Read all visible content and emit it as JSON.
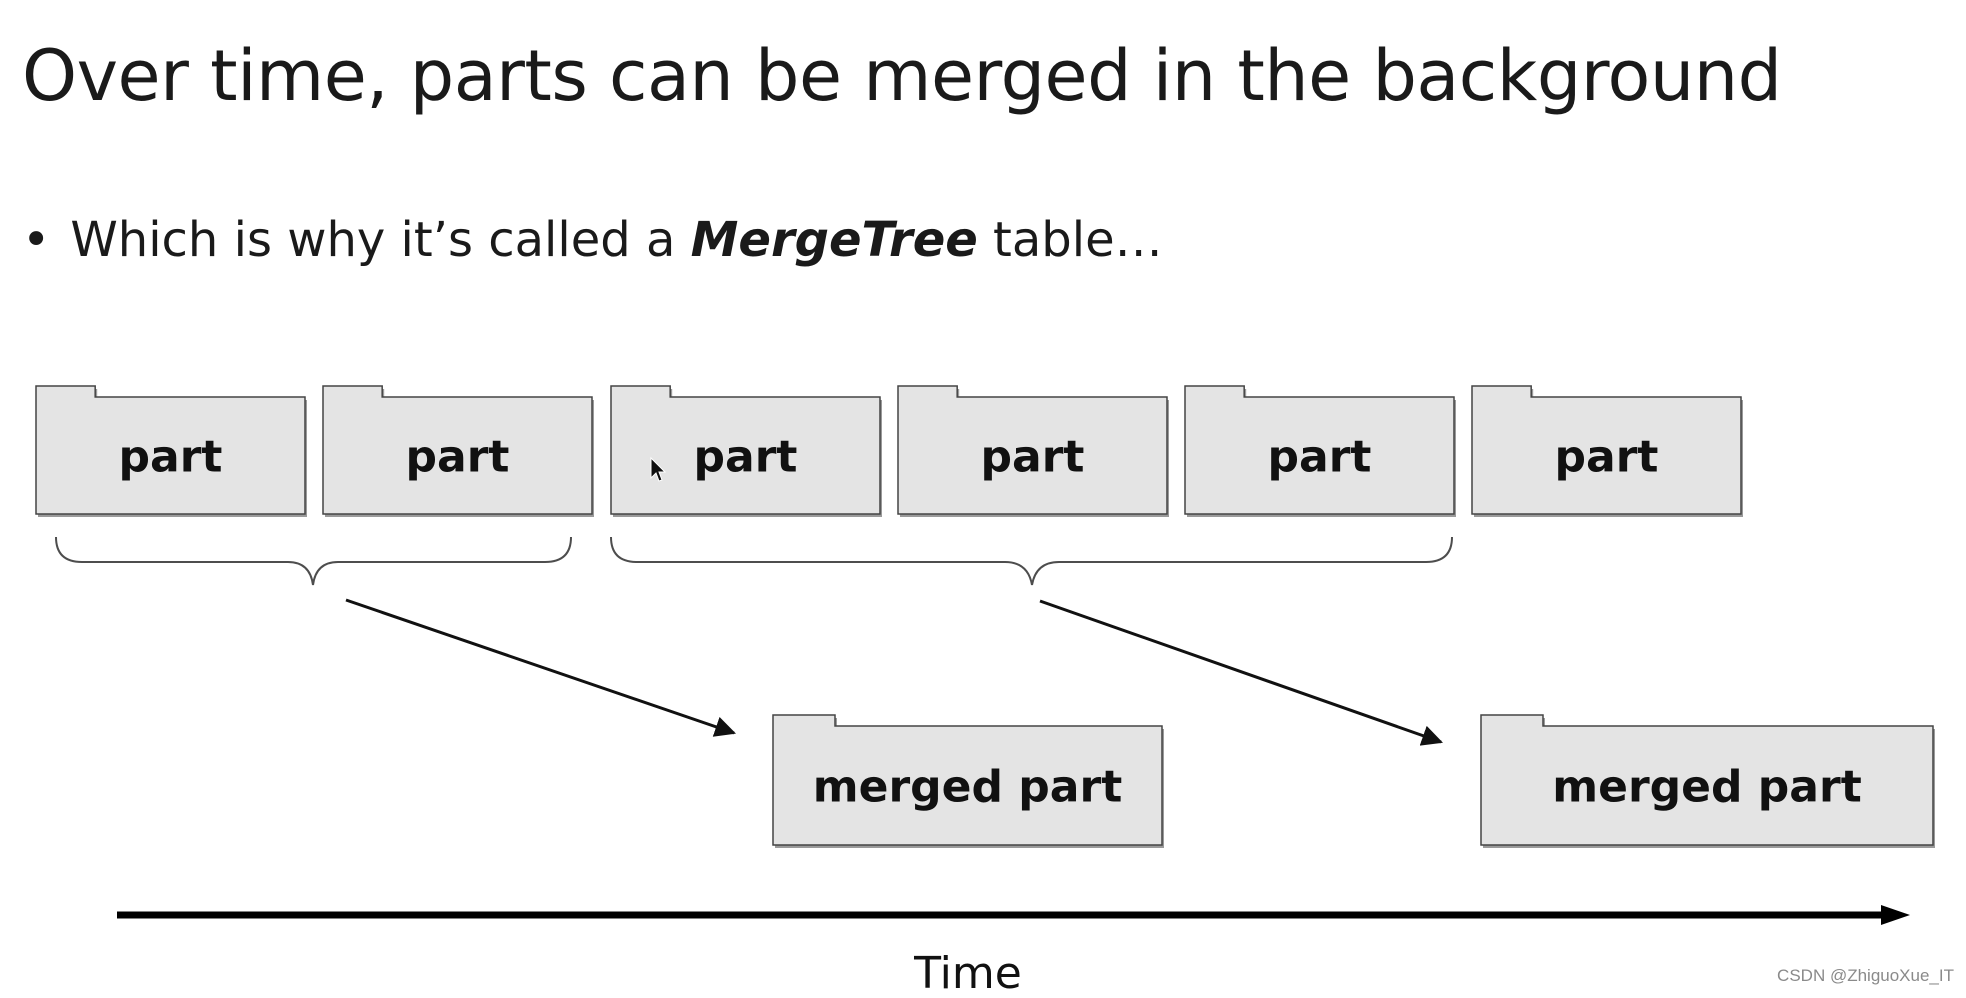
{
  "slide": {
    "title": "Over time, parts can be merged in the background",
    "bullet": {
      "prefix": "Which is why it’s called a ",
      "emphasis": "MergeTree",
      "suffix": " table…"
    }
  },
  "diagram": {
    "parts": [
      "part",
      "part",
      "part",
      "part",
      "part",
      "part"
    ],
    "merged_parts": [
      "merged part",
      "merged part"
    ],
    "time_label": "Time"
  },
  "watermark": "CSDN @ZhiguoXue_IT"
}
